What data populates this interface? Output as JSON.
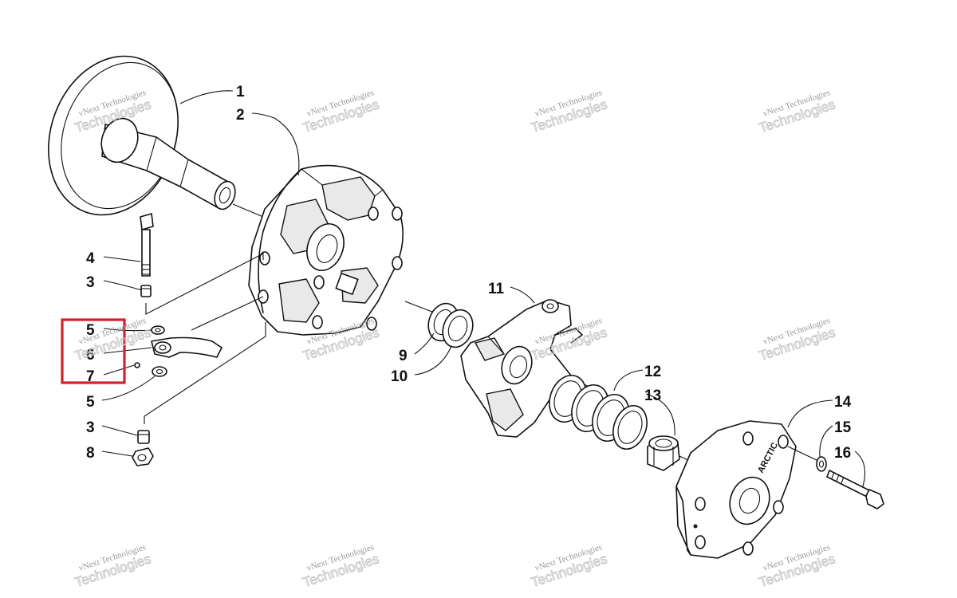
{
  "diagram": {
    "callouts": [
      "1",
      "2",
      "3",
      "4",
      "5",
      "6",
      "7",
      "8",
      "9",
      "10",
      "11",
      "12",
      "13",
      "14",
      "15",
      "16"
    ],
    "side_labels": [
      "5",
      "6",
      "7"
    ],
    "lower_labels": [
      "5",
      "3",
      "8"
    ],
    "stamp_text": "ARCTIC",
    "highlight_color": "#d0212a"
  },
  "watermark": {
    "line1": "vNext Technologies",
    "line2": "Technologies"
  }
}
